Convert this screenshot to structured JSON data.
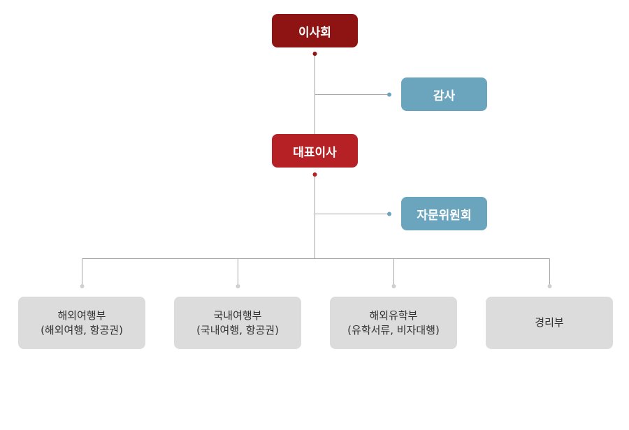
{
  "org_chart": {
    "board": {
      "label": "이사회",
      "color": "#8e1414"
    },
    "audit": {
      "label": "감사",
      "color": "#6aa4bd"
    },
    "ceo": {
      "label": "대표이사",
      "color": "#b52125"
    },
    "advisory": {
      "label": "자문위원회",
      "color": "#6aa4bd"
    },
    "departments": [
      {
        "label": "해외여행부\n(해외여행, 항공권)"
      },
      {
        "label": "국내여행부\n(국내여행, 항공권)"
      },
      {
        "label": "해외유학부\n(유학서류, 비자대행)"
      },
      {
        "label": "경리부"
      }
    ],
    "colors": {
      "connector_line": "#a6a6a6",
      "department_box": "#dcdcdc",
      "department_dot": "#cfcfcf"
    }
  }
}
